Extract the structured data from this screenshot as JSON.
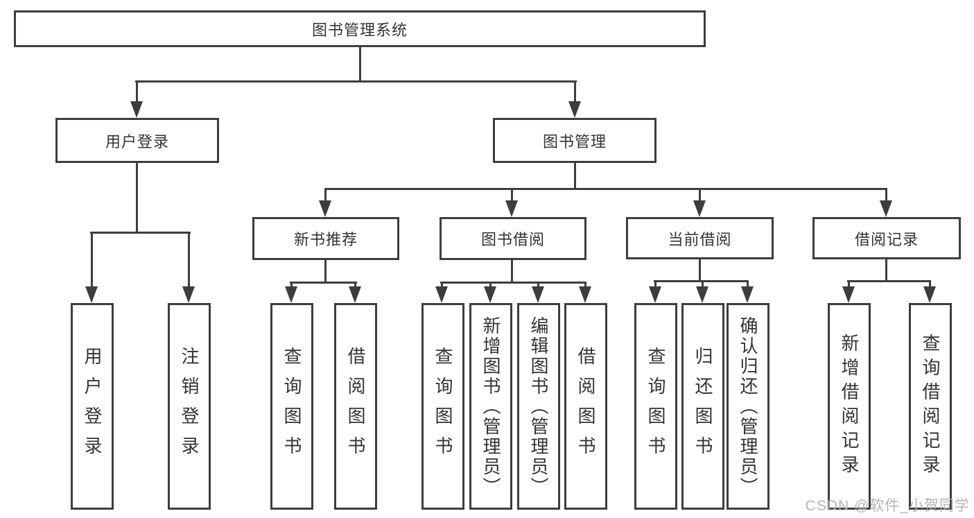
{
  "diagram": {
    "root": "图书管理系统",
    "level2": {
      "user_login": "用户登录",
      "book_mgmt": "图书管理"
    },
    "level3": {
      "new_rec": "新书推荐",
      "borrow": "图书借阅",
      "current": "当前借阅",
      "record": "借阅记录"
    },
    "leaves": {
      "user_login_leaf": "用户登录",
      "logout": "注销登录",
      "rec_query_book": "查询图书",
      "rec_borrow_book": "借阅图书",
      "bor_query_book": "查询图书",
      "bor_add_book": "新增图书（管理员）",
      "bor_edit_book": "编辑图书（管理员）",
      "bor_borrow_book": "借阅图书",
      "cur_query_book": "查询图书",
      "cur_return_book": "归还图书",
      "cur_confirm_return": "确认归还（管理员）",
      "rec_add_record": "新增借阅记录",
      "rec_query_record": "查询借阅记录"
    }
  },
  "watermark": "CSDN @软件_小贺同学",
  "colors": {
    "line": "#3d3d3d",
    "text": "#333333",
    "watermark": "#b3b3b3",
    "background": "#ffffff"
  }
}
